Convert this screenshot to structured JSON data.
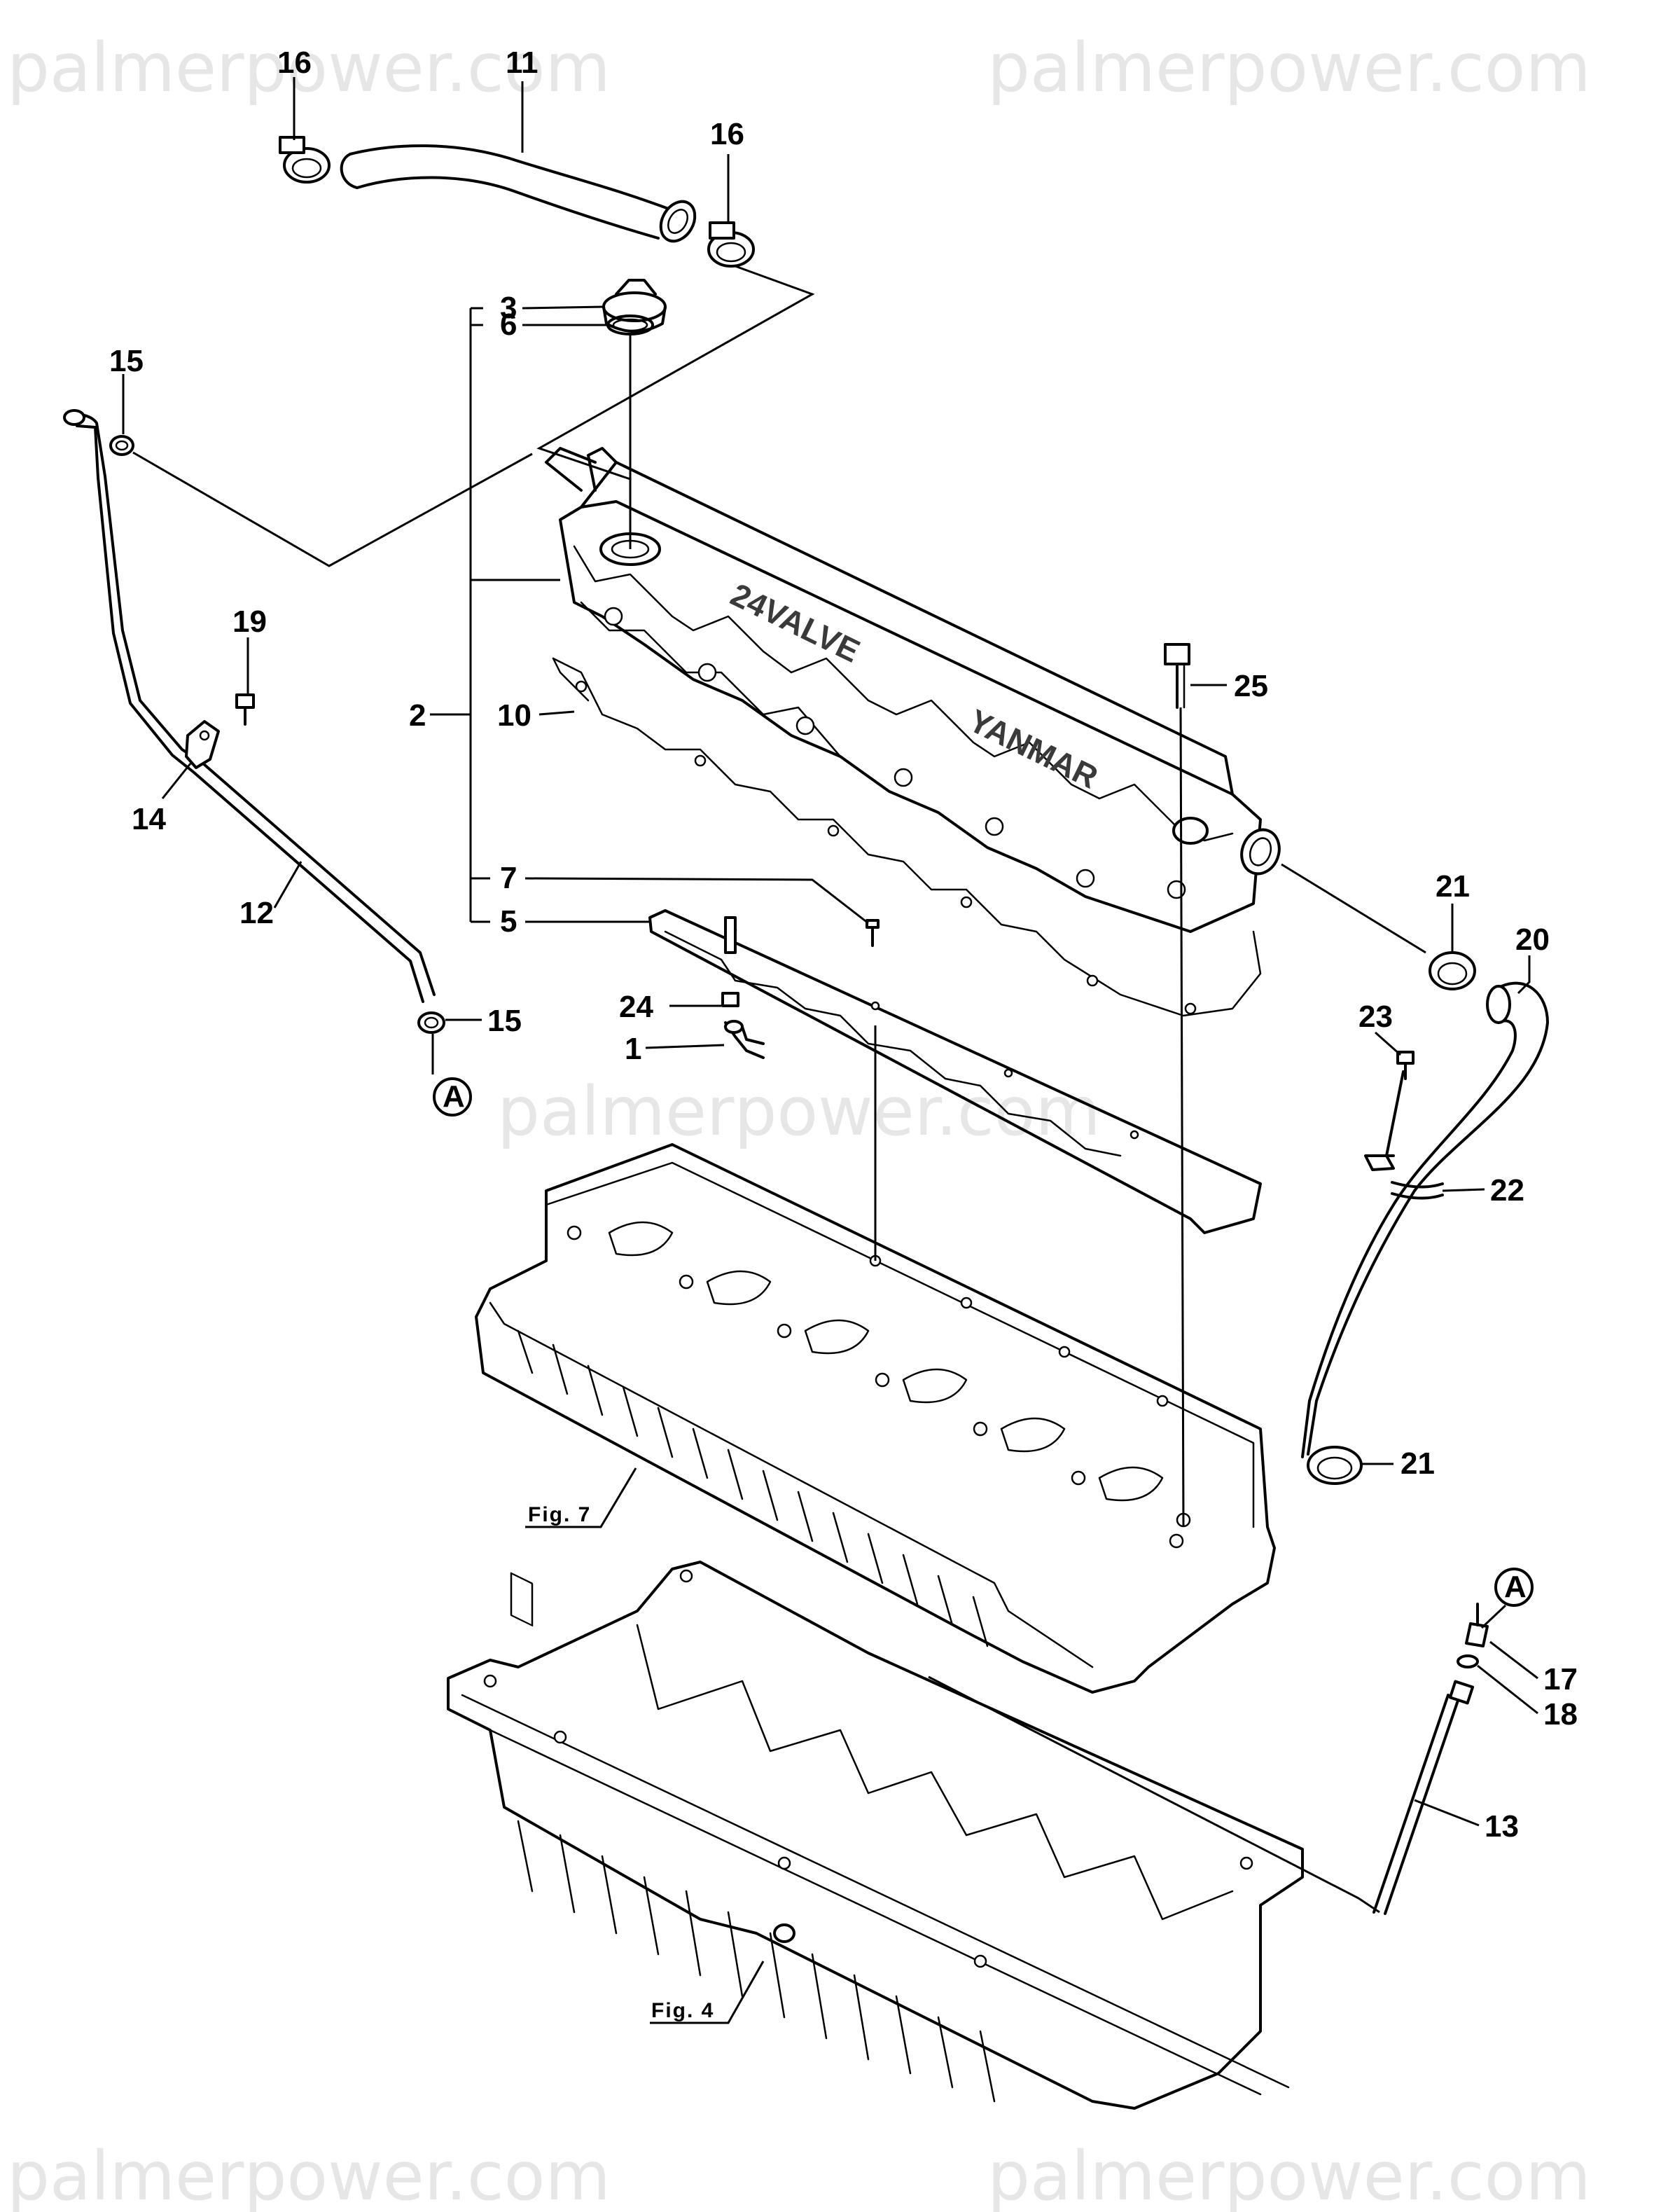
{
  "watermark": "palmerpower.com",
  "callouts": {
    "c1": "1",
    "c2": "2",
    "c3": "3",
    "c5": "5",
    "c6": "6",
    "c7": "7",
    "c10": "10",
    "c11": "11",
    "c12": "12",
    "c13": "13",
    "c14": "14",
    "c15a": "15",
    "c15b": "15",
    "c16a": "16",
    "c16b": "16",
    "c17": "17",
    "c18": "18",
    "c19": "19",
    "c20": "20",
    "c21a": "21",
    "c21b": "21",
    "c22": "22",
    "c23": "23",
    "c24": "24",
    "c25": "25"
  },
  "markers": {
    "a_top": "A",
    "a_bottom": "A"
  },
  "figure_refs": {
    "fig7": "Fig. 7",
    "fig4": "Fig. 4"
  },
  "cover_markings": {
    "valve": "24VALVE",
    "brand": "YANMAR"
  }
}
